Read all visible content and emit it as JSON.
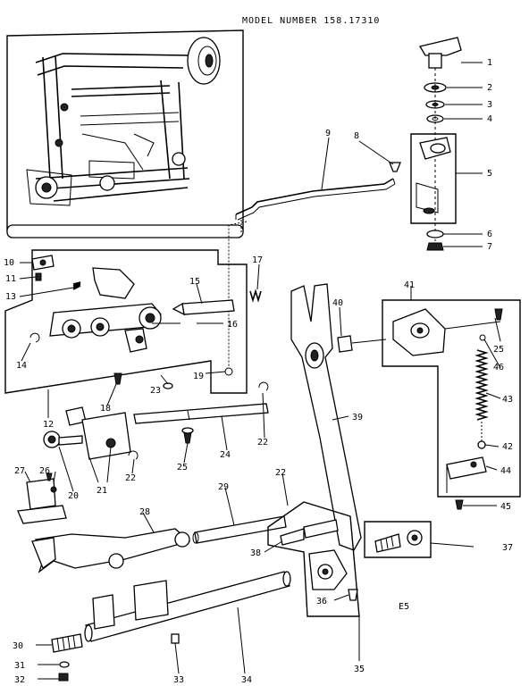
{
  "header": {
    "model_number": "MODEL NUMBER 158.17310"
  },
  "figure_code": "E5",
  "callouts": [
    "1",
    "2",
    "3",
    "4",
    "5",
    "6",
    "7",
    "8",
    "9",
    "10",
    "11",
    "12",
    "13",
    "14",
    "15",
    "16",
    "17",
    "18",
    "19",
    "20",
    "21",
    "22",
    "22",
    "22",
    "23",
    "24",
    "25",
    "25",
    "26",
    "27",
    "28",
    "29",
    "30",
    "31",
    "32",
    "33",
    "34",
    "35",
    "36",
    "37",
    "38",
    "39",
    "40",
    "41",
    "42",
    "43",
    "44",
    "45",
    "46"
  ]
}
